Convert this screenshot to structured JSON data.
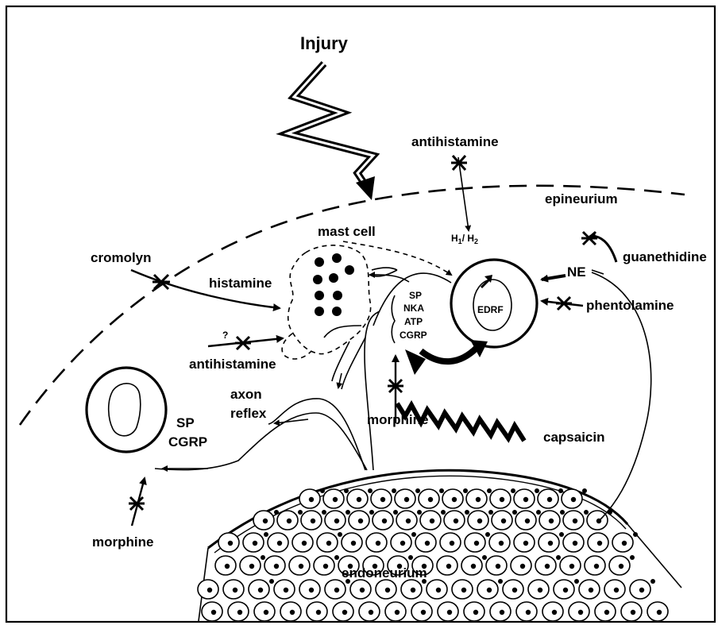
{
  "labels": {
    "injury": "Injury",
    "antihistamine_top": "antihistamine",
    "epineurium": "epineurium",
    "mast_cell": "mast cell",
    "h1h2_h1": "H",
    "h1h2_sub1": "1",
    "h1h2_sep": "/ H",
    "h1h2_sub2": "2",
    "guanethidine": "guanethidine",
    "ne": "NE",
    "cromolyn": "cromolyn",
    "histamine": "histamine",
    "phentolamine": "phentolamine",
    "question": "?",
    "antihistamine_left": "antihistamine",
    "sp": "SP",
    "nka": "NKA",
    "atp": "ATP",
    "cgrp": "CGRP",
    "edrf": "EDRF",
    "axon": "axon",
    "reflex": "reflex",
    "morphine_mid": "morphine",
    "capsaicin": "capsaicin",
    "sp_left": "SP",
    "cgrp_left": "CGRP",
    "morphine_left": "morphine",
    "endoneurium": "endoneurium"
  }
}
